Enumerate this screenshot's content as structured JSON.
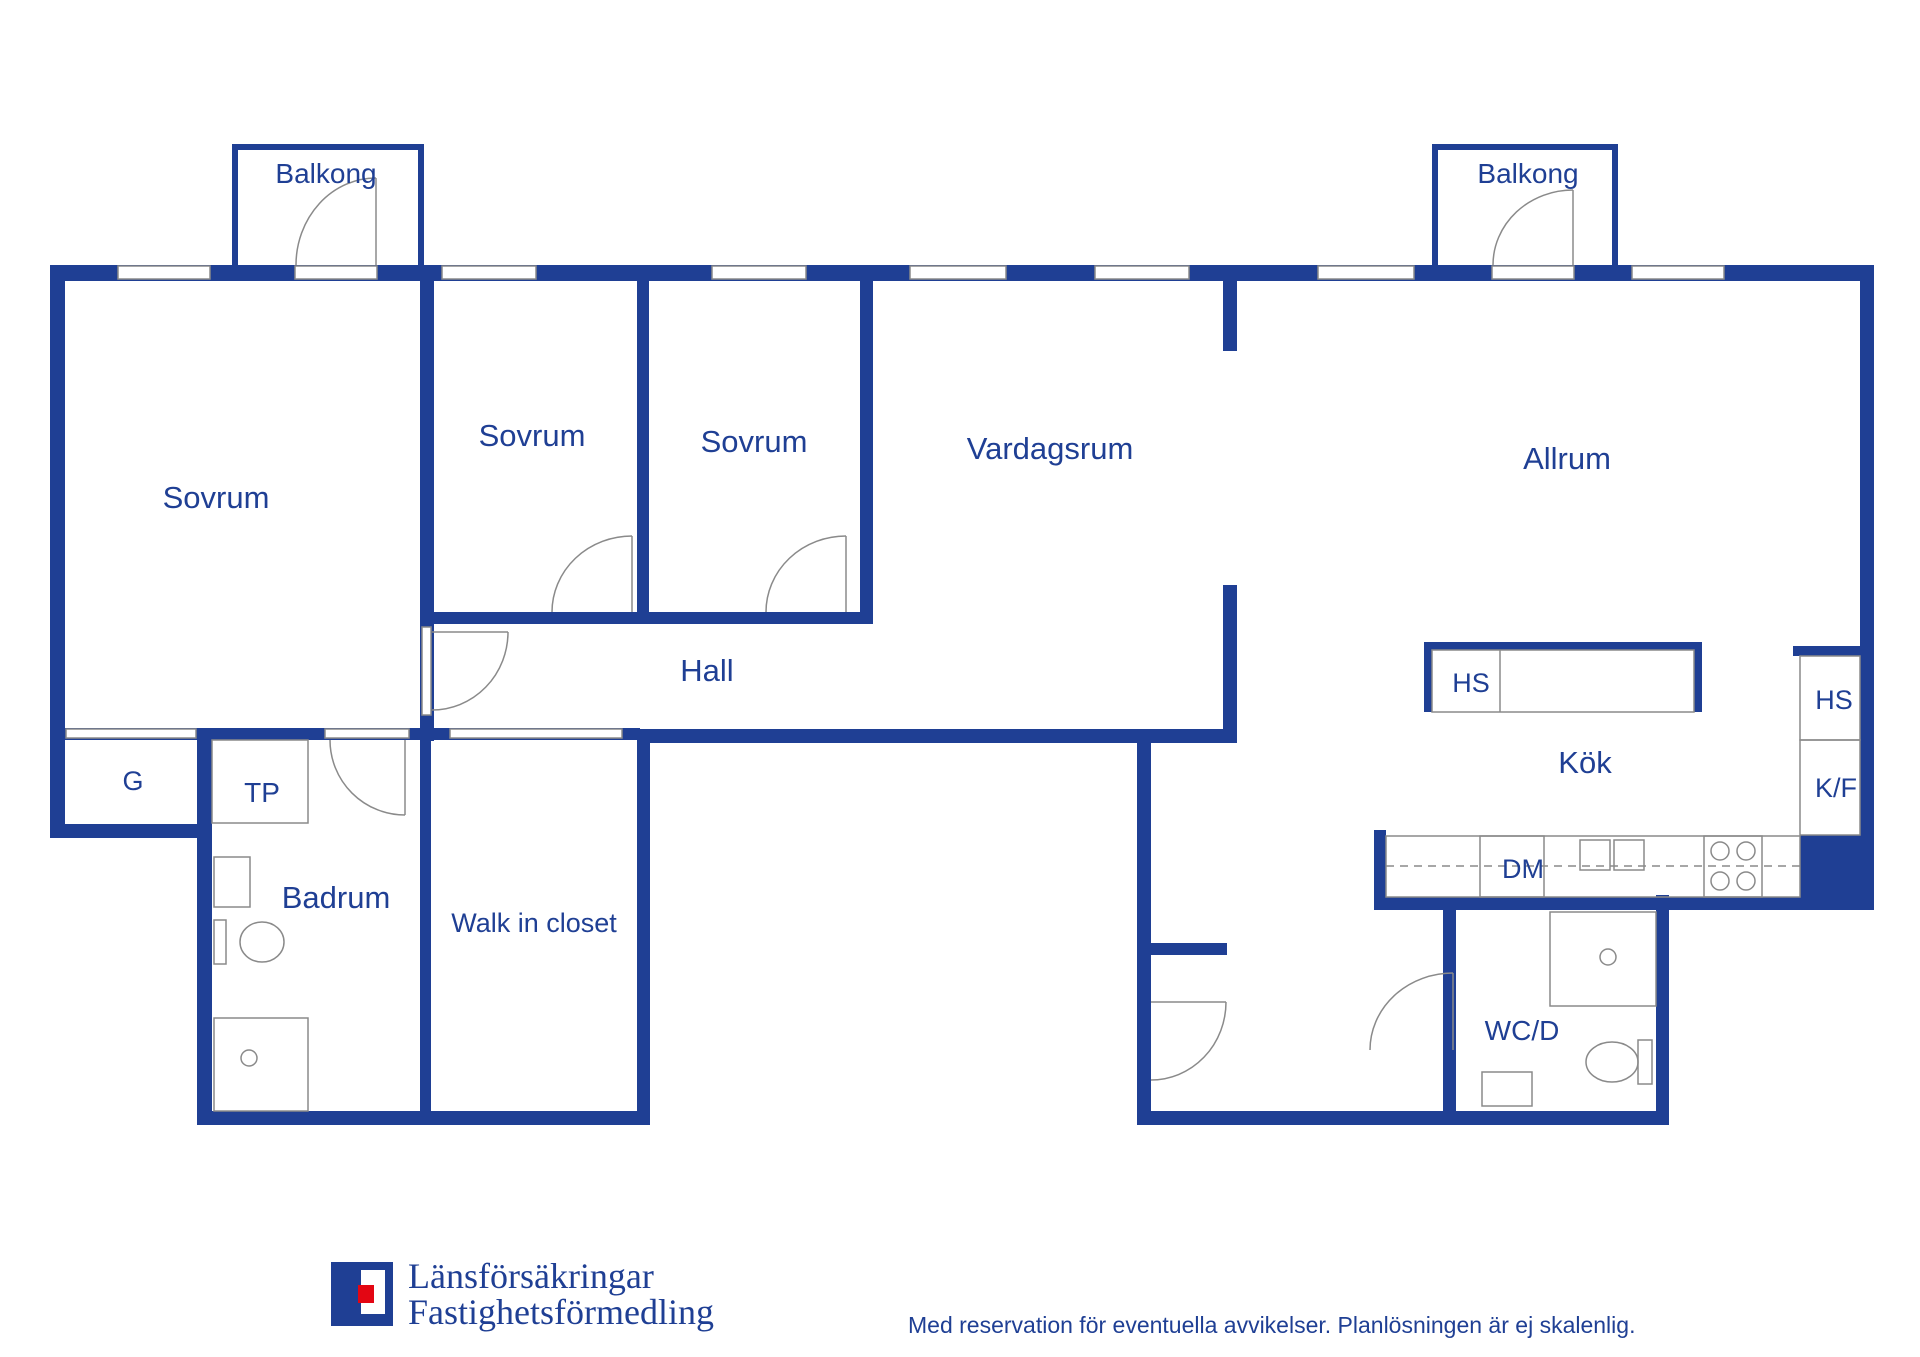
{
  "colors": {
    "wall": "#1f3f94",
    "fixture": "#8a8a8a",
    "logo_red": "#e30613",
    "background": "#ffffff"
  },
  "rooms": {
    "balkong_left": "Balkong",
    "balkong_right": "Balkong",
    "sovrum_large": "Sovrum",
    "sovrum_mid": "Sovrum",
    "sovrum_small": "Sovrum",
    "vardagsrum": "Vardagsrum",
    "allrum": "Allrum",
    "hall": "Hall",
    "g": "G",
    "tp": "TP",
    "badrum": "Badrum",
    "walk_in_closet": "Walk in closet",
    "kok": "Kök",
    "wc_d": "WC/D"
  },
  "fixtures": {
    "hs_island": "HS",
    "hs_wall": "HS",
    "kf": "K/F",
    "dm": "DM"
  },
  "logo": {
    "line1": "Länsförsäkringar",
    "line2": "Fastighetsförmedling"
  },
  "disclaimer": "Med reservation för eventuella avvikelser. Planlösningen är ej skalenlig."
}
